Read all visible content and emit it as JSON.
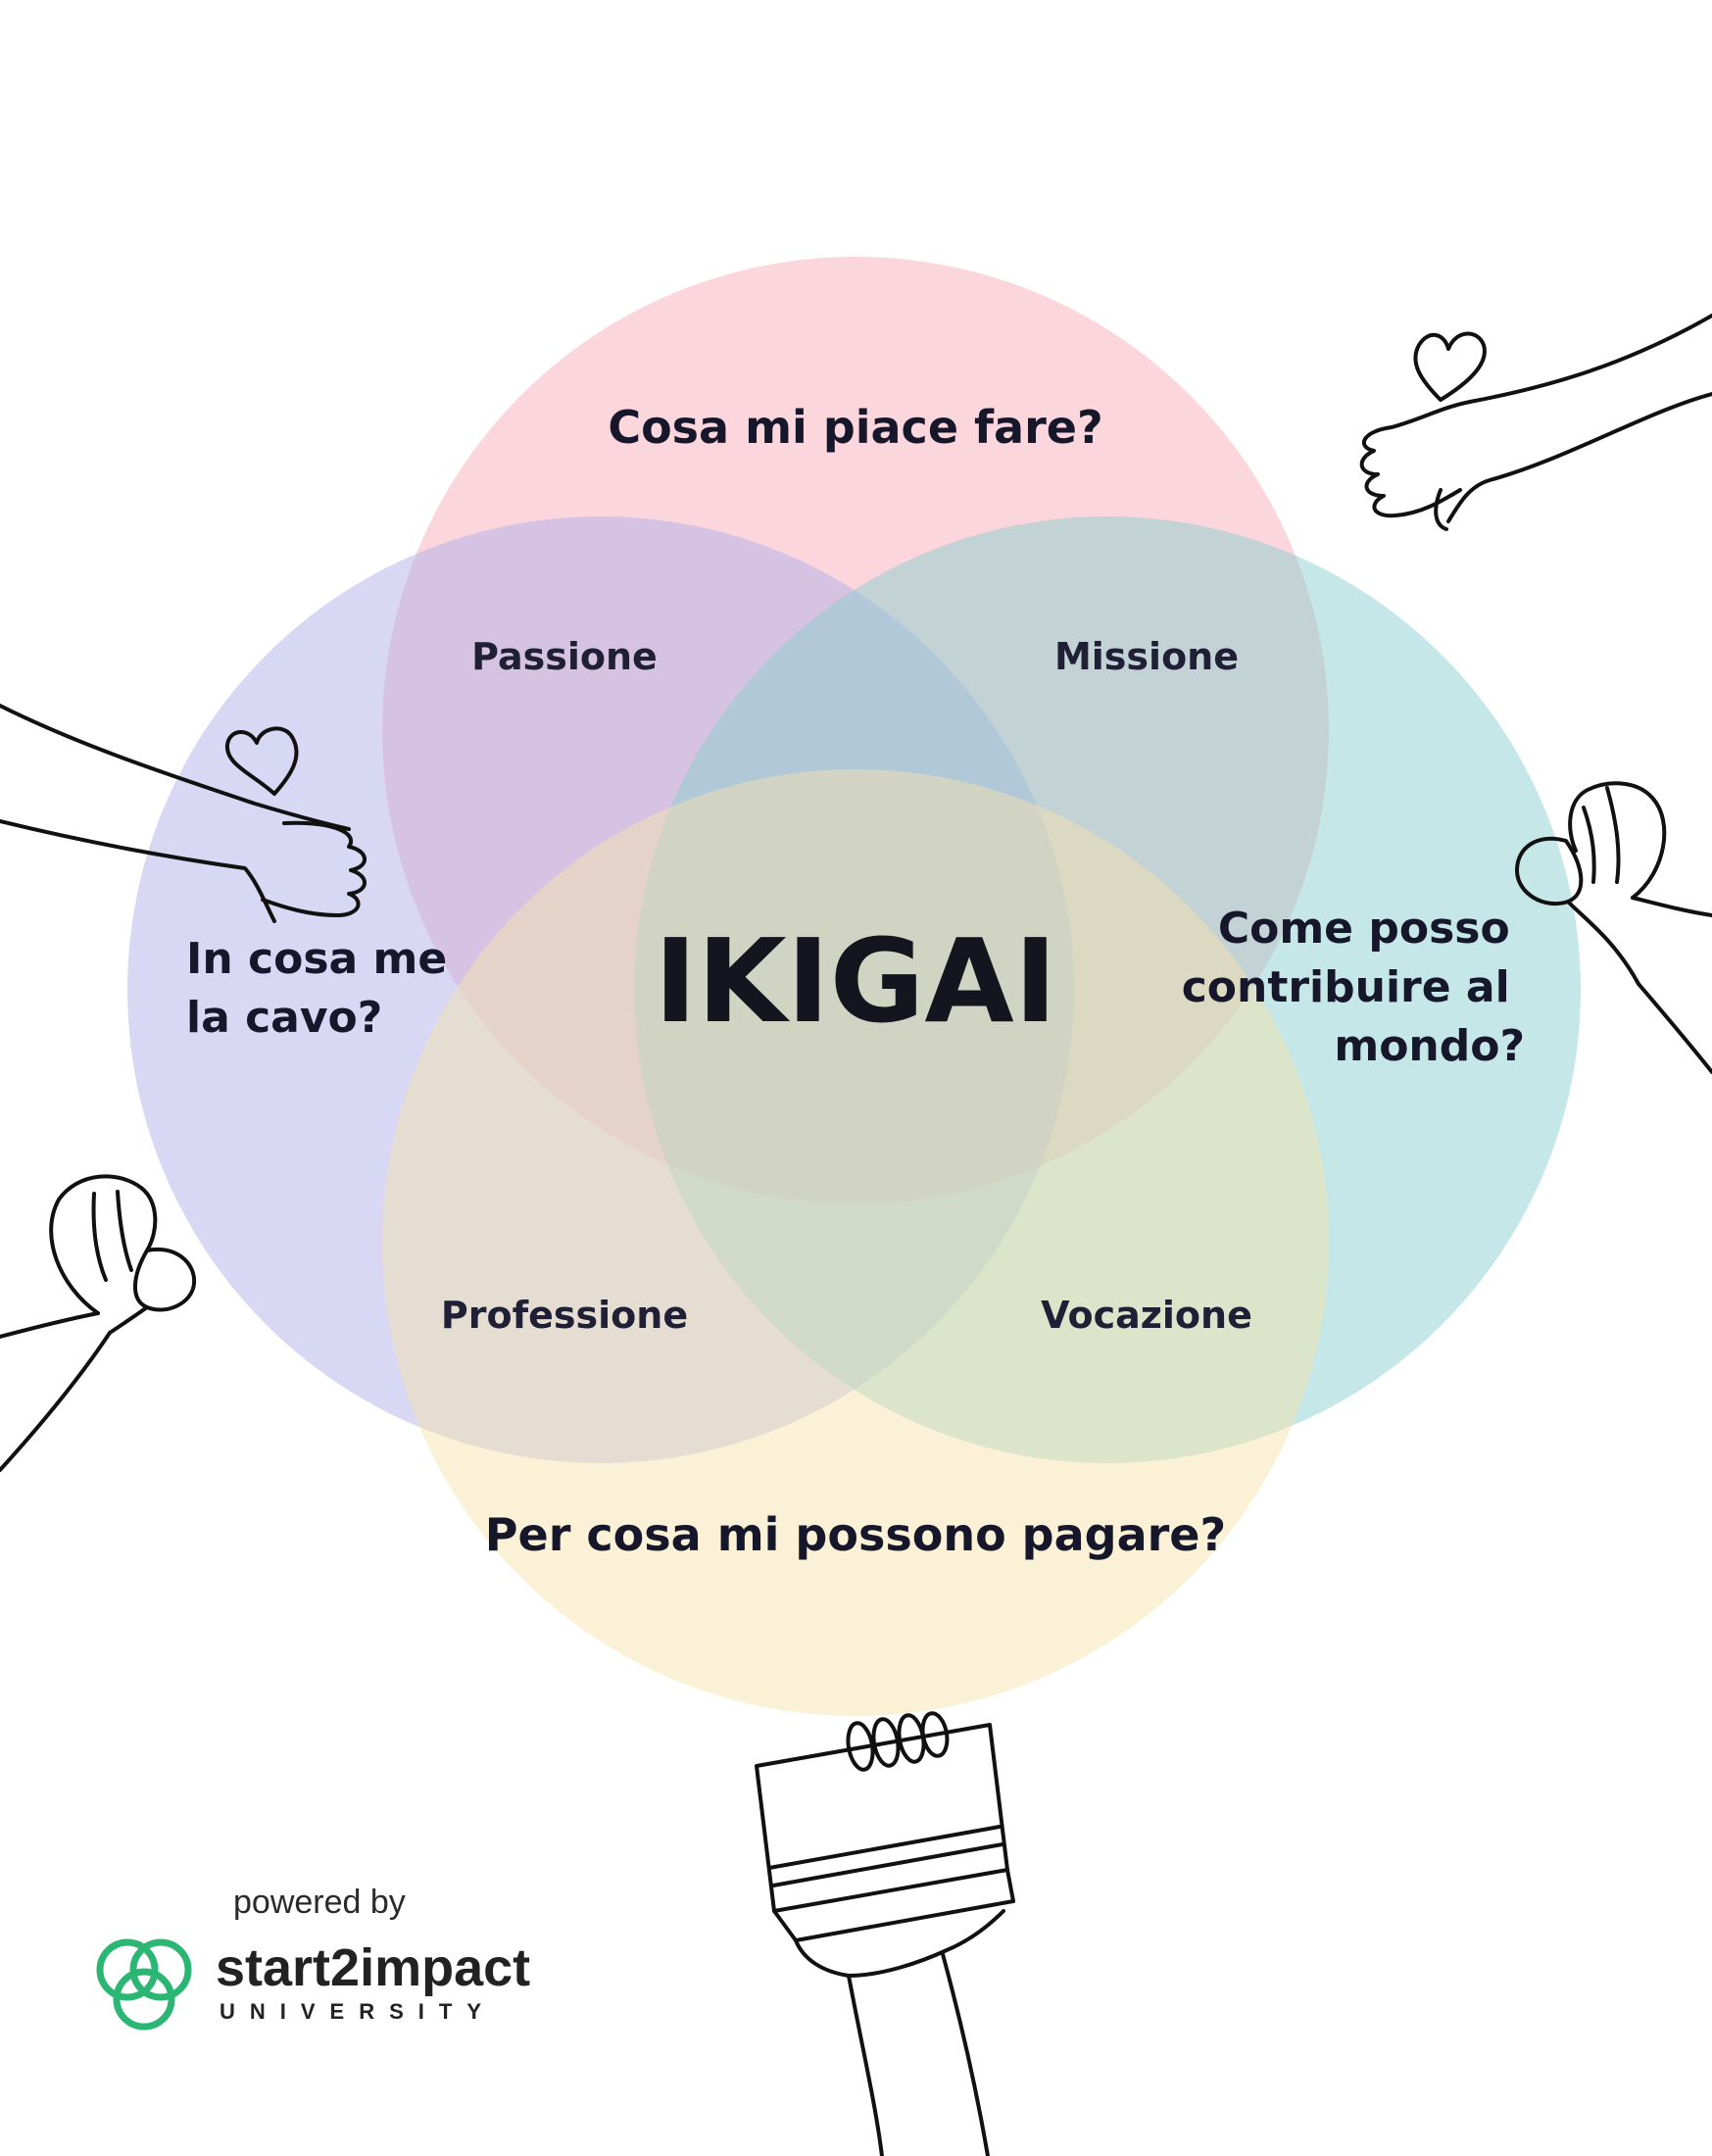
{
  "diagram": {
    "center_label": "IKIGAI",
    "circles": [
      {
        "id": "top",
        "color": "#f8a9b8",
        "question": [
          "Cosa mi piace fare?"
        ]
      },
      {
        "id": "left",
        "color": "#aeaeea",
        "question": [
          "In cosa me",
          "la cavo?"
        ]
      },
      {
        "id": "right",
        "color": "#85cdcc",
        "question": [
          "Come posso",
          "contribuire al",
          "mondo?"
        ]
      },
      {
        "id": "bottom",
        "color": "#f4e1ab",
        "question": [
          "Per cosa mi possono pagare?"
        ]
      }
    ],
    "overlaps": {
      "passione": "Passione",
      "missione": "Missione",
      "professione": "Professione",
      "vocazione": "Vocazione"
    }
  },
  "branding": {
    "powered_by": "powered by",
    "name": "start2impact",
    "subtitle": "UNIVERSITY",
    "accent_color": "#2bb673"
  },
  "icons": [
    "hand-heart-icon",
    "hand-ok-icon",
    "hand-paintbrush-icon",
    "heart-icon",
    "start2impact-logo-icon"
  ]
}
